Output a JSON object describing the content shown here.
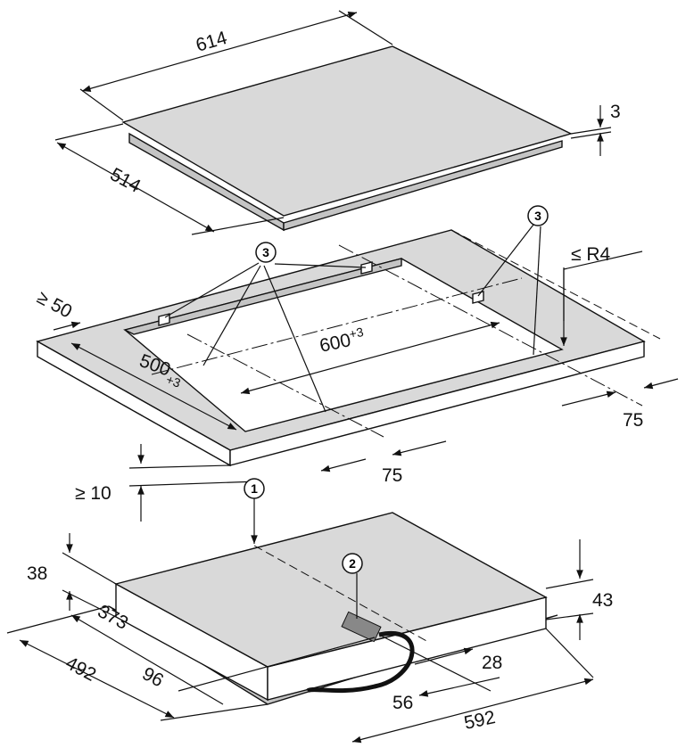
{
  "diagram": {
    "hob_top": {
      "width": "614",
      "depth": "514",
      "thickness": "3"
    },
    "cutout": {
      "front_edge_min": "≥ 50",
      "depth": "500",
      "depth_tol": "+3",
      "width": "600",
      "width_tol": "+3",
      "corner_radius": "≤ R4",
      "right_offset": "75",
      "front_offset": "75",
      "below_clearance": "≥ 10"
    },
    "hob_bottom": {
      "rim_height": "38",
      "offset_373": "373",
      "depth": "492",
      "offset_96": "96",
      "height": "43",
      "offset_28": "28",
      "offset_56": "56",
      "width": "592"
    },
    "callouts": [
      "1",
      "2",
      "3"
    ]
  }
}
